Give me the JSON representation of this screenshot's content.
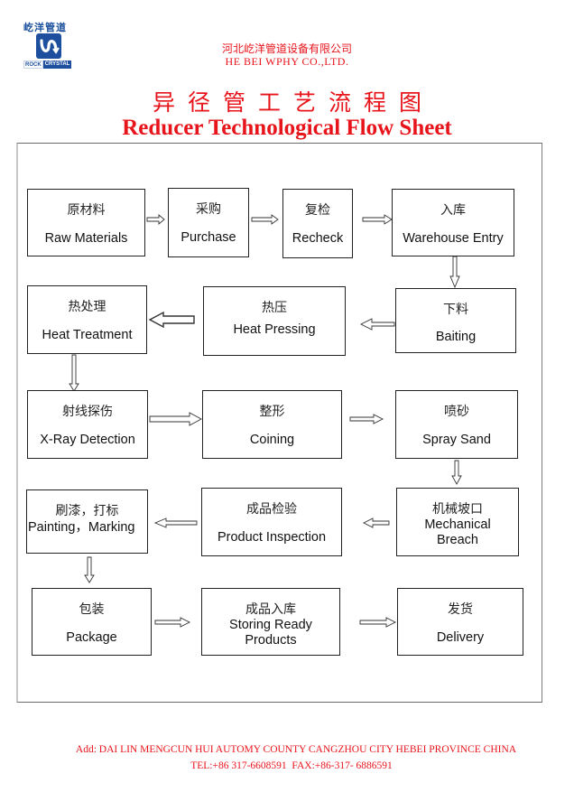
{
  "logo": {
    "cn_name": "屹洋管道",
    "tag_left": "ROCK",
    "tag_right": "CRYSTAL",
    "brand_color": "#1d4f9e"
  },
  "header": {
    "company_cn": "河北屹洋管道设备有限公司",
    "company_en": "HE BEI WPHY CO.,LTD.",
    "title_cn": "异径管工艺流程图",
    "title_en": "Reducer Technological Flow Sheet",
    "accent_color": "#e8141b"
  },
  "flow": {
    "steps": [
      {
        "cn": "原材料",
        "en": "Raw Materials"
      },
      {
        "cn": "采购",
        "en": "Purchase"
      },
      {
        "cn": "复检",
        "en": "Recheck"
      },
      {
        "cn": "入库",
        "en": "Warehouse Entry"
      },
      {
        "cn": "下料",
        "en": "Baiting"
      },
      {
        "cn": "热压",
        "en": "Heat Pressing"
      },
      {
        "cn": "热处理",
        "en": "Heat Treatment"
      },
      {
        "cn": "射线探伤",
        "en": "X-Ray Detection"
      },
      {
        "cn": "整形",
        "en": "Coining"
      },
      {
        "cn": "喷砂",
        "en": "Spray Sand"
      },
      {
        "cn": "机械坡口",
        "en": "Mechanical",
        "en2": "Breach"
      },
      {
        "cn": "成品检验",
        "en": "Product Inspection"
      },
      {
        "cn": "刷漆，打标",
        "en": "Painting，Marking"
      },
      {
        "cn": "包装",
        "en": "Package"
      },
      {
        "cn": "成品入库",
        "en": "Storing Ready",
        "en2": "Products"
      },
      {
        "cn": "发货",
        "en": "Delivery"
      }
    ],
    "connections": [
      [
        "原材料",
        "采购"
      ],
      [
        "采购",
        "复检"
      ],
      [
        "复检",
        "入库"
      ],
      [
        "入库",
        "下料"
      ],
      [
        "下料",
        "热压"
      ],
      [
        "热压",
        "热处理"
      ],
      [
        "热处理",
        "射线探伤"
      ],
      [
        "射线探伤",
        "整形"
      ],
      [
        "整形",
        "喷砂"
      ],
      [
        "喷砂",
        "机械坡口"
      ],
      [
        "机械坡口",
        "成品检验"
      ],
      [
        "成品检验",
        "刷漆，打标"
      ],
      [
        "刷漆，打标",
        "包装"
      ],
      [
        "包装",
        "成品入库"
      ],
      [
        "成品入库",
        "发货"
      ]
    ]
  },
  "footer": {
    "address": "Add: DAI LIN MENGCUN HUI AUTOMY COUNTY CANGZHOU CITY HEBEI PROVINCE CHINA",
    "contact": "TEL:+86 317-6608591  FAX:+86-317- 6886591"
  }
}
